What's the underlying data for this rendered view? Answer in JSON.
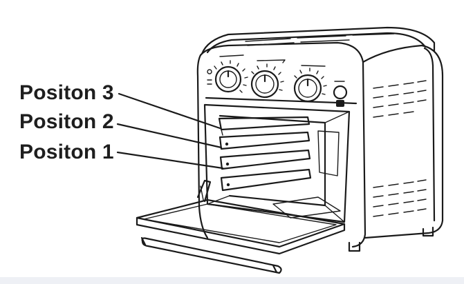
{
  "labels": {
    "position_3": "Positon 3",
    "position_2": "Positon 2",
    "position_1": "Positon 1"
  },
  "colors": {
    "line": "#1a1a1a",
    "text": "#1e1e1e",
    "background": "#ffffff"
  }
}
